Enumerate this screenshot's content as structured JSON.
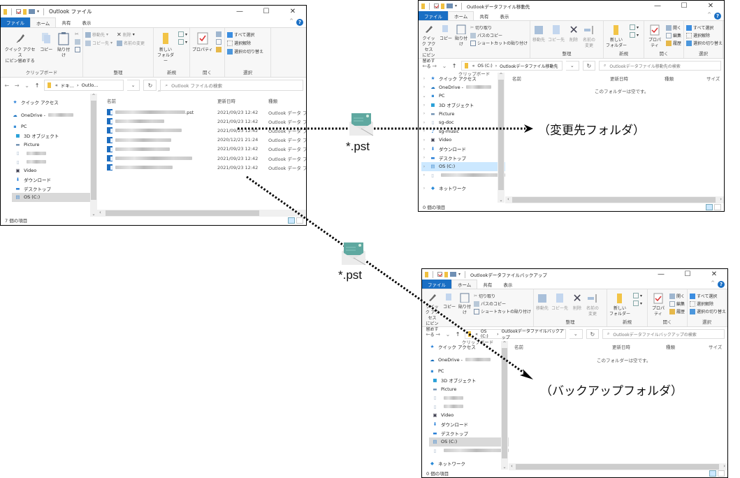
{
  "ribbon": {
    "tabs": [
      "ファイル",
      "ホーム",
      "共有",
      "表示"
    ],
    "groups": {
      "clipboard": "クリップボード",
      "organize": "整理",
      "new": "新規",
      "open": "開く",
      "select": "選択"
    },
    "buttons": {
      "pin": [
        "クイック アクセス",
        "にピン留めする"
      ],
      "copy": "コピー",
      "paste": "貼り付け",
      "cut": "切り取り",
      "copy_path": "パスのコピー",
      "paste_shortcut": "ショートカットの貼り付け",
      "move_to": "移動先",
      "copy_to": "コピー先",
      "delete": "削除",
      "rename": "名前の変更",
      "rename_split": [
        "名前の",
        "変更"
      ],
      "new_folder": [
        "新しい",
        "フォルダー"
      ],
      "properties": "プロパティ",
      "open": "開く",
      "edit": "編集",
      "history": "履歴",
      "select_all": "すべて選択",
      "select_none": "選択解除",
      "invert_selection": "選択の切り替え"
    }
  },
  "window_source": {
    "title": "Outlook ファイル",
    "breadcrumb": [
      "«",
      "ドキ...",
      "Outlo..."
    ],
    "search_placeholder": "Outlook ファイルの検索",
    "columns": [
      "名前",
      "更新日時",
      "種類"
    ],
    "files": [
      {
        "name_suffix": ".pst",
        "modified": "2021/09/23 12:42",
        "type": "Outlook データ フ"
      },
      {
        "name_suffix": "",
        "modified": "2021/09/23 12:42",
        "type": "Outlook データ フ"
      },
      {
        "name_suffix": "",
        "modified": "2021/09/23 12:42",
        "type": "Outlook データ フ"
      },
      {
        "name_suffix": "",
        "modified": "2020/12/21 21:24",
        "type": "Outlook データ フ"
      },
      {
        "name_suffix": "",
        "modified": "2021/09/23 12:42",
        "type": "Outlook データ フ"
      },
      {
        "name_suffix": "",
        "modified": "2021/09/23 12:42",
        "type": "Outlook データ フ"
      },
      {
        "name_suffix": "",
        "modified": "2021/09/23 12:42",
        "type": "Outlook データ フ"
      }
    ],
    "nav": [
      "クイック アクセス",
      "OneDrive - ",
      "PC",
      "3D オブジェクト",
      "Picture",
      "",
      "",
      "Video",
      "ダウンロード",
      "デスクトップ",
      "OS (C:)"
    ],
    "status": "7 個の項目"
  },
  "window_move": {
    "title": "Outlookデータファイル移動先",
    "breadcrumb": [
      "«",
      "OS (C:)",
      "Outlookデータファイル移動先"
    ],
    "search_placeholder": "Outlookデータファイル移動先の検索",
    "columns": [
      "名前",
      "更新日時",
      "種類",
      "サイズ"
    ],
    "empty_message": "このフォルダーは空です。",
    "nav": [
      "クイック アクセス",
      "OneDrive - ",
      "PC",
      "3D オブジェクト",
      "Picture",
      "sg-doc",
      "sg-music",
      "Video",
      "ダウンロード",
      "デスクトップ",
      "OS (C:)",
      "",
      "ネットワーク"
    ],
    "status": "0 個の項目"
  },
  "window_backup": {
    "title": "Outlookデータファイルバックアップ",
    "breadcrumb": [
      "«",
      "OS (C:)",
      "Outlookデータファイルバックアップ"
    ],
    "search_placeholder": "Outlookデータファイルバックアップの検索",
    "columns": [
      "名前",
      "更新日時",
      "種類",
      "サイズ"
    ],
    "empty_message": "このフォルダーは空です。",
    "nav": [
      "クイック アクセス",
      "OneDrive - ",
      "PC",
      "3D オブジェクト",
      "Picture",
      "",
      "",
      "Video",
      "ダウンロード",
      "デスクトップ",
      "OS (C:)",
      "",
      "ネットワーク"
    ],
    "status": "0 個の項目"
  },
  "diagram": {
    "pst_label_1": "*.pst",
    "pst_label_2": "*.pst",
    "caption_move": "（変更先フォルダ）",
    "caption_backup": "（バックアップフォルダ）",
    "arrow_color": "#000000",
    "envelope_color": "#5fa8a0"
  }
}
